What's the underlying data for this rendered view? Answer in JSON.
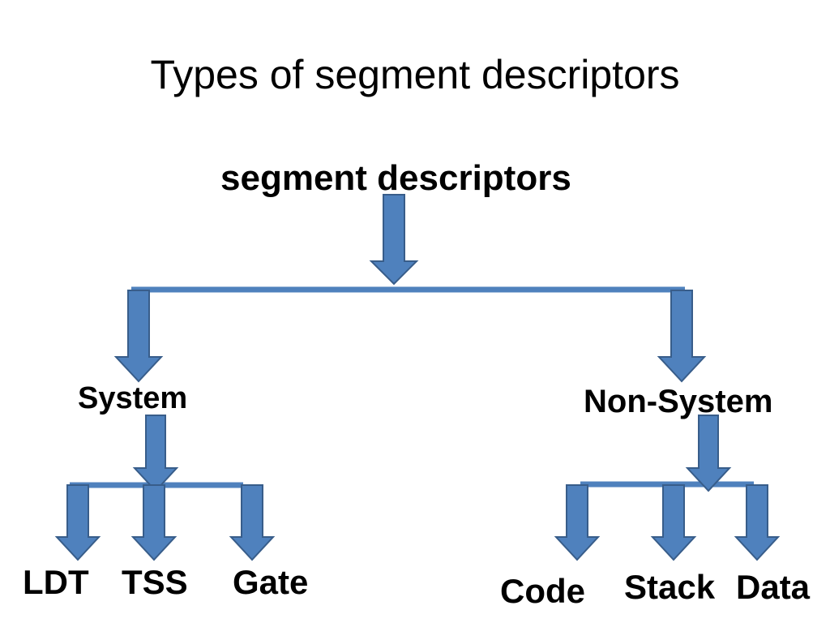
{
  "slide": {
    "title": "Types of segment descriptors"
  },
  "diagram": {
    "root": "segment descriptors",
    "categories": [
      {
        "label": "System",
        "children": [
          "LDT",
          "TSS",
          "Gate"
        ]
      },
      {
        "label": "Non-System",
        "children": [
          "Code",
          "Stack",
          "Data"
        ]
      }
    ],
    "colors": {
      "arrow_fill": "#4f81bd",
      "arrow_stroke": "#385d8a",
      "connector": "#4f81bd"
    }
  }
}
